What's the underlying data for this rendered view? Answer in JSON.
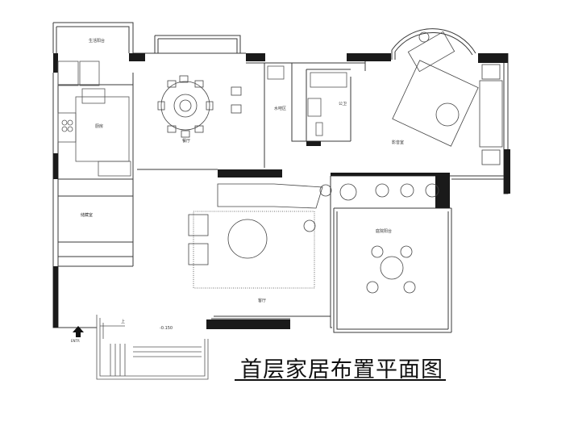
{
  "title": "首层家居布置平面图",
  "rooms": {
    "laundry_balcony": "生活阳台",
    "kitchen": "厨房",
    "dining": "餐厅",
    "water_bar": "水吧区",
    "bathroom": "公卫",
    "media_room": "影音室",
    "storage": "储藏室",
    "living": "客厅",
    "garden_balcony": "庭院阳台"
  },
  "elevation": "-0.150",
  "stair_mark": "上",
  "entrance": "ENTR"
}
